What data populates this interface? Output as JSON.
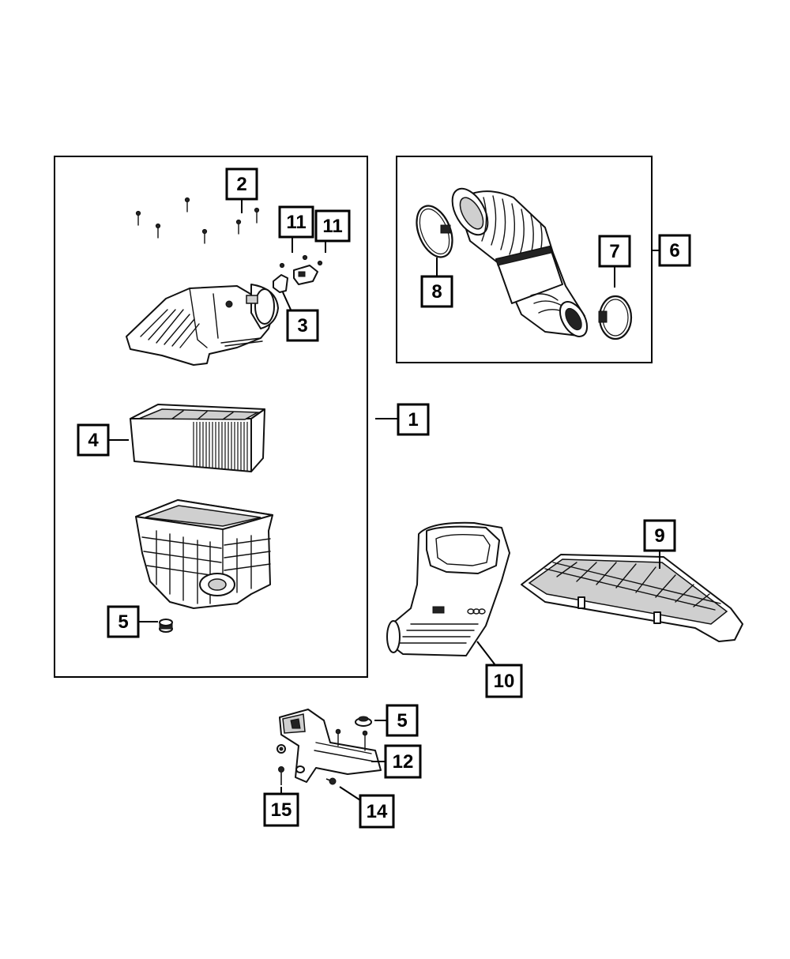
{
  "callouts": [
    {
      "id": "c2",
      "label": "2"
    },
    {
      "id": "c11a",
      "label": "11"
    },
    {
      "id": "c11b",
      "label": "11"
    },
    {
      "id": "c3",
      "label": "3"
    },
    {
      "id": "c4",
      "label": "4"
    },
    {
      "id": "c1",
      "label": "1"
    },
    {
      "id": "c5a",
      "label": "5"
    },
    {
      "id": "c8",
      "label": "8"
    },
    {
      "id": "c7",
      "label": "7"
    },
    {
      "id": "c6",
      "label": "6"
    },
    {
      "id": "c9",
      "label": "9"
    },
    {
      "id": "c10",
      "label": "10"
    },
    {
      "id": "c5b",
      "label": "5"
    },
    {
      "id": "c12",
      "label": "12"
    },
    {
      "id": "c15",
      "label": "15"
    },
    {
      "id": "c14",
      "label": "14"
    }
  ]
}
